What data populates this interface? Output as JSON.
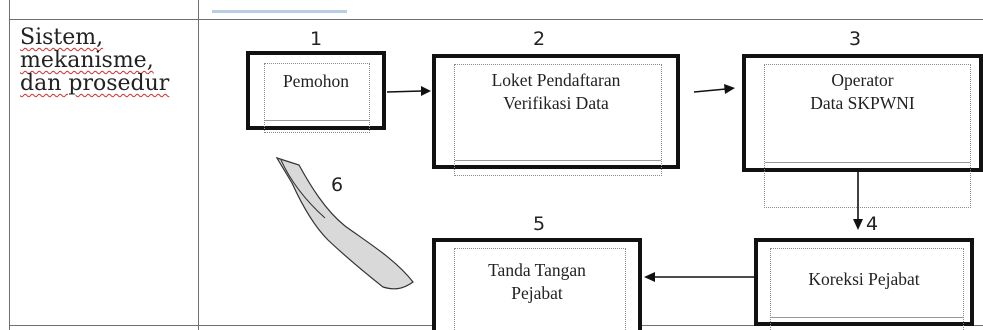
{
  "row": {
    "label_lines": [
      "Sistem,",
      "mekanisme,",
      "dan prosedur"
    ]
  },
  "steps": [
    {
      "number": "1",
      "lines": [
        "Pemohon"
      ]
    },
    {
      "number": "2",
      "lines": [
        "Loket Pendaftaran",
        "Verifikasi Data"
      ]
    },
    {
      "number": "3",
      "lines": [
        "Operator",
        "Data SKPWNI"
      ]
    },
    {
      "number": "4",
      "lines": [
        "Koreksi Pejabat"
      ]
    },
    {
      "number": "5",
      "lines": [
        "Tanda Tangan",
        "Pejabat"
      ]
    },
    {
      "number": "6"
    }
  ],
  "colors": {
    "border": "#111111",
    "table_line": "#6f6f6f",
    "tab_accent": "#b9cde4",
    "spelling_underline": "#d42a2a",
    "curved_arrow_fill": "#d9d9d9"
  }
}
